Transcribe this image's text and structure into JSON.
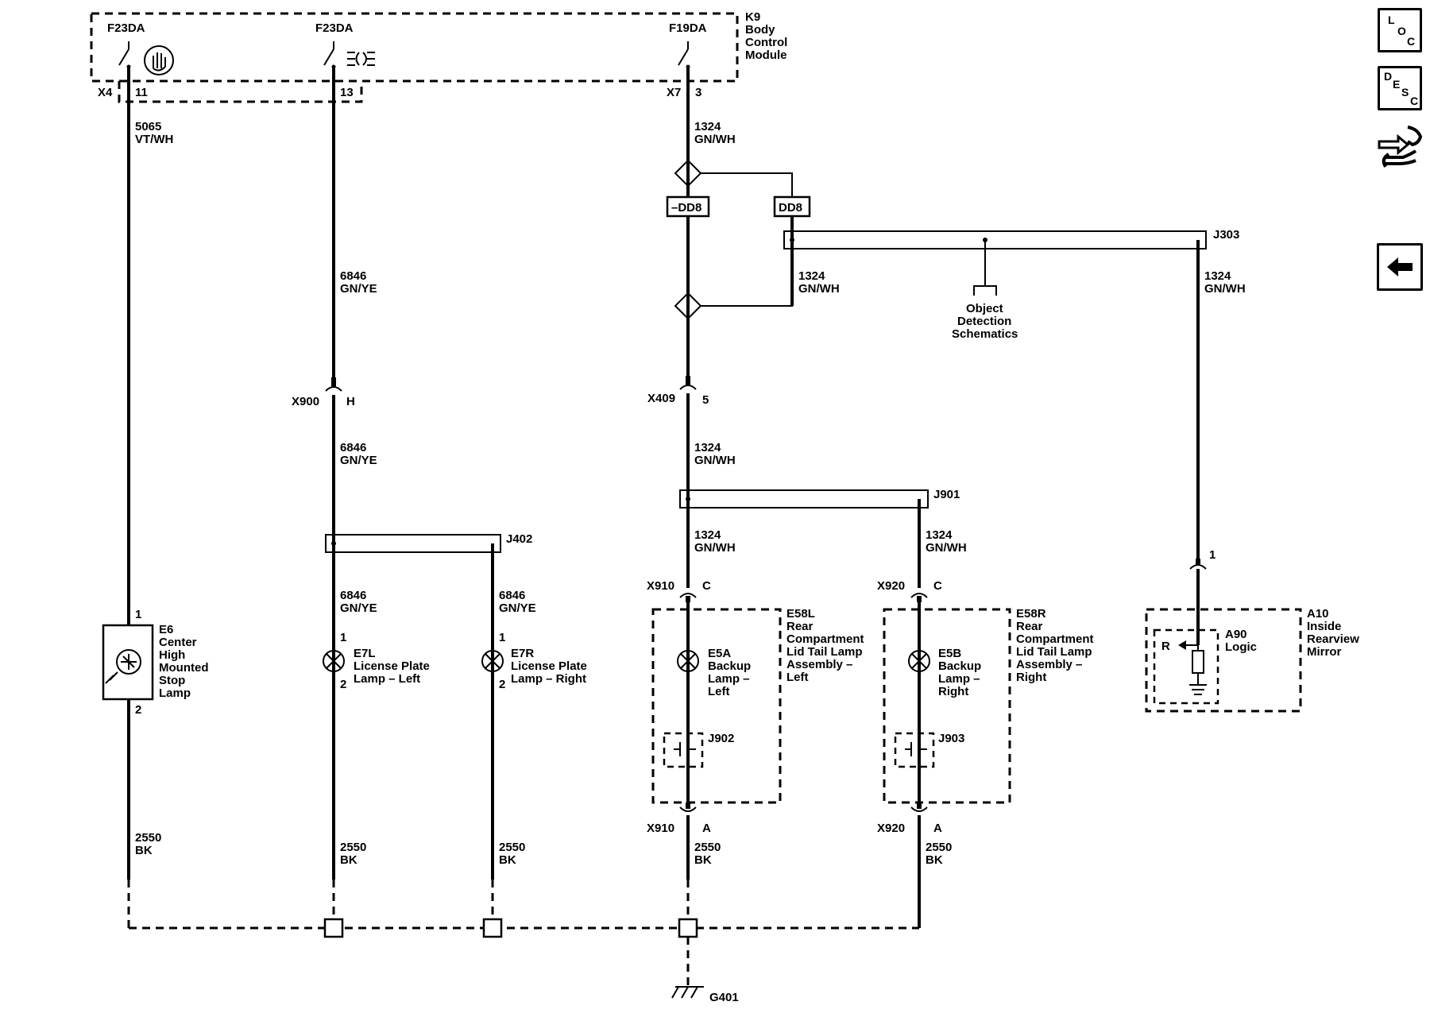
{
  "nav": {
    "loc": {
      "l1": "L",
      "l2": "O",
      "l3": "C"
    },
    "desc": {
      "l1": "D",
      "l2": "E",
      "l3": "S",
      "l4": "C"
    }
  },
  "module_k9": {
    "id": "K9",
    "line1": "Body",
    "line2": "Control",
    "line3": "Module"
  },
  "outputs": {
    "f23_a": "F23DA",
    "f23_b": "F23DA",
    "f19": "F19DA"
  },
  "connectors": {
    "x4": "X4",
    "x4_pin11": "11",
    "x4_pin13": "13",
    "x7": "X7",
    "x7_pin3": "3",
    "x900": "X900",
    "x900_pin": "H",
    "x409": "X409",
    "x409_pin": "5",
    "x910_c": "X910",
    "x910_c_pin": "C",
    "x920_c": "X920",
    "x920_c_pin": "C",
    "x910_a": "X910",
    "x910_a_pin": "A",
    "x920_a": "X920",
    "x920_a_pin": "A",
    "a10_pin": "1"
  },
  "wires": {
    "w5065": {
      "circuit": "5065",
      "color": "VT/WH"
    },
    "w6846_1": {
      "circuit": "6846",
      "color": "GN/YE"
    },
    "w6846_2": {
      "circuit": "6846",
      "color": "GN/YE"
    },
    "w6846_3": {
      "circuit": "6846",
      "color": "GN/YE"
    },
    "w6846_4": {
      "circuit": "6846",
      "color": "GN/YE"
    },
    "w1324_1": {
      "circuit": "1324",
      "color": "GN/WH"
    },
    "w1324_2": {
      "circuit": "1324",
      "color": "GN/WH"
    },
    "w1324_3": {
      "circuit": "1324",
      "color": "GN/WH"
    },
    "w1324_4": {
      "circuit": "1324",
      "color": "GN/WH"
    },
    "w1324_5": {
      "circuit": "1324",
      "color": "GN/WH"
    },
    "w1324_6": {
      "circuit": "1324",
      "color": "GN/WH"
    },
    "w2550_1": {
      "circuit": "2550",
      "color": "BK"
    },
    "w2550_2": {
      "circuit": "2550",
      "color": "BK"
    },
    "w2550_3": {
      "circuit": "2550",
      "color": "BK"
    },
    "w2550_4": {
      "circuit": "2550",
      "color": "BK"
    },
    "w2550_5": {
      "circuit": "2550",
      "color": "BK"
    }
  },
  "options": {
    "neg": "–DD8",
    "pos": "DD8"
  },
  "splices": {
    "j303": "J303",
    "j402": "J402",
    "j901": "J901",
    "j902": "J902",
    "j903": "J903"
  },
  "ground": "G401",
  "object_detection": {
    "l1": "Object",
    "l2": "Detection",
    "l3": "Schematics"
  },
  "components": {
    "e6": {
      "id": "E6",
      "l1": "Center",
      "l2": "High",
      "l3": "Mounted",
      "l4": "Stop",
      "l5": "Lamp",
      "pin1": "1",
      "pin2": "2"
    },
    "e7l": {
      "id": "E7L",
      "l1": "License Plate",
      "l2": "Lamp – Left",
      "pin1": "1",
      "pin2": "2"
    },
    "e7r": {
      "id": "E7R",
      "l1": "License Plate",
      "l2": "Lamp – Right",
      "pin1": "1",
      "pin2": "2"
    },
    "e5a": {
      "id": "E5A",
      "l1": "Backup",
      "l2": "Lamp –",
      "l3": "Left"
    },
    "e5b": {
      "id": "E5B",
      "l1": "Backup",
      "l2": "Lamp –",
      "l3": "Right"
    },
    "e58l": {
      "id": "E58L",
      "l1": "Rear",
      "l2": "Compartment",
      "l3": "Lid Tail Lamp",
      "l4": "Assembly –",
      "l5": "Left"
    },
    "e58r": {
      "id": "E58R",
      "l1": "Rear",
      "l2": "Compartment",
      "l3": "Lid Tail Lamp",
      "l4": "Assembly –",
      "l5": "Right"
    },
    "a10": {
      "id": "A10",
      "l1": "Inside",
      "l2": "Rearview",
      "l3": "Mirror"
    },
    "a90": {
      "id": "A90",
      "l1": "Logic",
      "pin": "R"
    }
  }
}
